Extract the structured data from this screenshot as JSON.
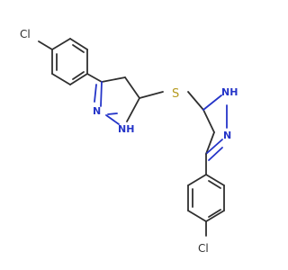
{
  "atoms": {
    "cl_top": "Cl",
    "cl_bottom": "Cl",
    "s_center": "S",
    "n_left": "N",
    "nh_left": "NH",
    "nh_right": "NH",
    "n_right": "N"
  },
  "colors": {
    "carbon": "#2f2f2f",
    "nitrogen": "#2434c8",
    "sulfur": "#b59a1e",
    "background": "#ffffff"
  }
}
